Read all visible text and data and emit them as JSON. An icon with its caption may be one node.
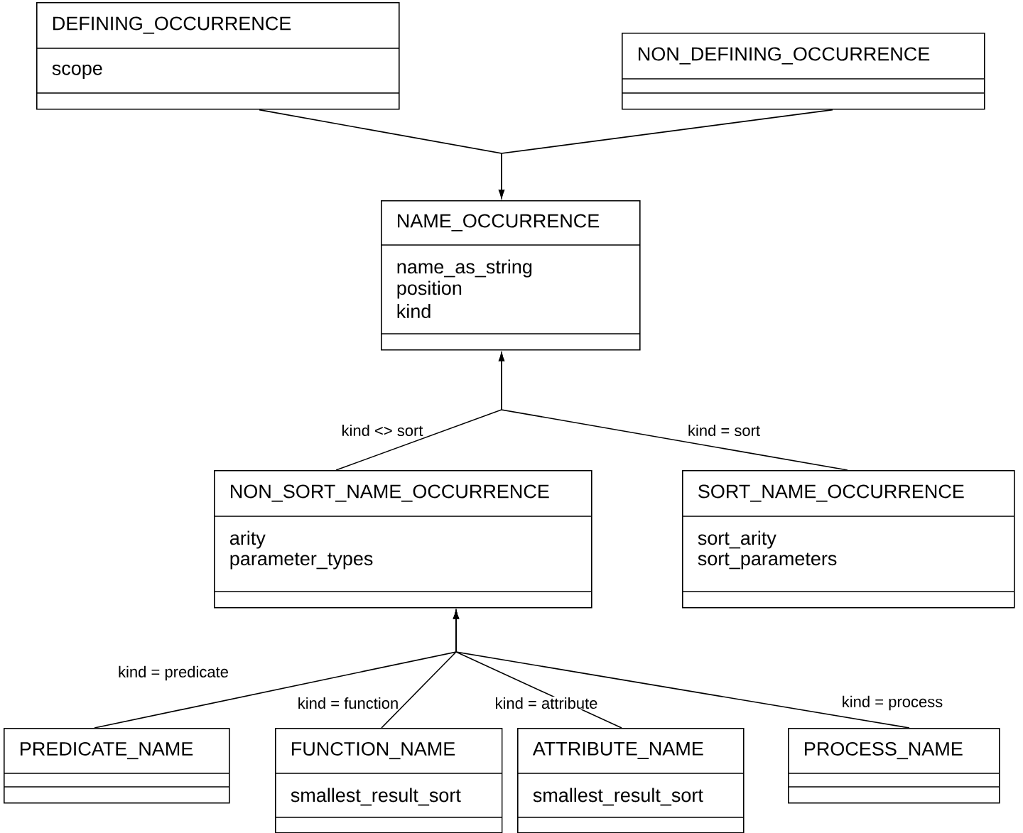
{
  "diagram": {
    "nodes": [
      {
        "text": [
          "DEFINING_OCCURRENCE",
          "scope"
        ]
      },
      {
        "text": [
          "NON_DEFINING_OCCURRENCE"
        ]
      },
      {
        "text": [
          "NAME_OCCURRENCE",
          "name_as_string",
          "position",
          "kind"
        ]
      },
      {
        "text": [
          "NON_SORT_NAME_OCCURRENCE",
          "arity",
          "parameter_types"
        ]
      },
      {
        "text": [
          "SORT_NAME_OCCURRENCE",
          "sort_arity",
          "sort_parameters"
        ]
      },
      {
        "text": [
          "PREDICATE_NAME"
        ]
      },
      {
        "text": [
          "FUNCTION_NAME",
          "smallest_result_sort"
        ]
      },
      {
        "text": [
          "ATTRIBUTE_NAME",
          "smallest_result_sort"
        ]
      },
      {
        "text": [
          "PROCESS_NAME"
        ]
      }
    ],
    "edges": [
      {
        "from": 0,
        "to": 2,
        "arrow": "to"
      },
      {
        "from": 1,
        "to": 2,
        "arrow": "to"
      },
      {
        "from": 3,
        "to": 2,
        "arrow": "to",
        "label": "kind <> sort"
      },
      {
        "from": 4,
        "to": 2,
        "arrow": "to",
        "label": "kind = sort"
      },
      {
        "from": 5,
        "to": 3,
        "arrow": "to",
        "label": "kind = predicate"
      },
      {
        "from": 6,
        "to": 3,
        "arrow": "to",
        "label": "kind = function"
      },
      {
        "from": 7,
        "to": 3,
        "arrow": "to",
        "label": "kind = attribute"
      },
      {
        "from": 8,
        "to": 3,
        "arrow": "to",
        "label": "kind = process"
      }
    ]
  }
}
